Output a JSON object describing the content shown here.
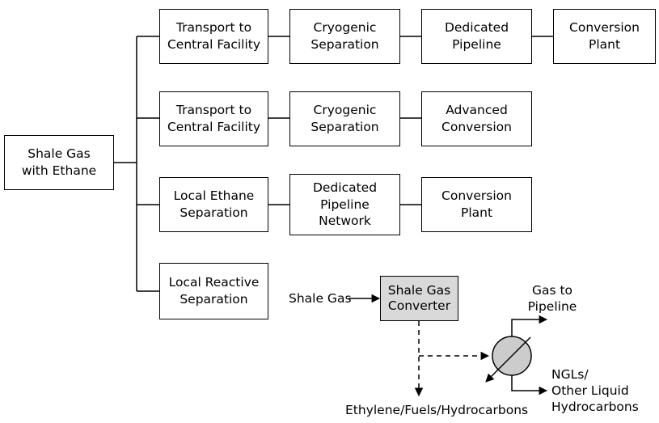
{
  "root": {
    "label": "Shale Gas\nwith Ethane"
  },
  "paths": [
    {
      "steps": [
        "Transport to\nCentral Facility",
        "Cryogenic\nSeparation",
        "Dedicated\nPipeline",
        "Conversion\nPlant"
      ]
    },
    {
      "steps": [
        "Transport to\nCentral Facility",
        "Cryogenic\nSeparation",
        "Advanced\nConversion"
      ]
    },
    {
      "steps": [
        "Local Ethane\nSeparation",
        "Dedicated\nPipeline\nNetwork",
        "Conversion\nPlant"
      ]
    },
    {
      "steps": [
        "Local Reactive\nSeparation"
      ]
    }
  ],
  "reactive_detail": {
    "input_label": "Shale Gas",
    "converter_label": "Shale Gas\nConverter",
    "gas_output_label": "Gas to\nPipeline",
    "liquids_output_label": "NGLs/\nOther Liquid\nHydrocarbons",
    "product_label": "Ethylene/Fuels/Hydrocarbons"
  },
  "colors": {
    "line": "#000000",
    "converter_fill": "#d9d9d9",
    "separator_fill": "#cccccc"
  }
}
